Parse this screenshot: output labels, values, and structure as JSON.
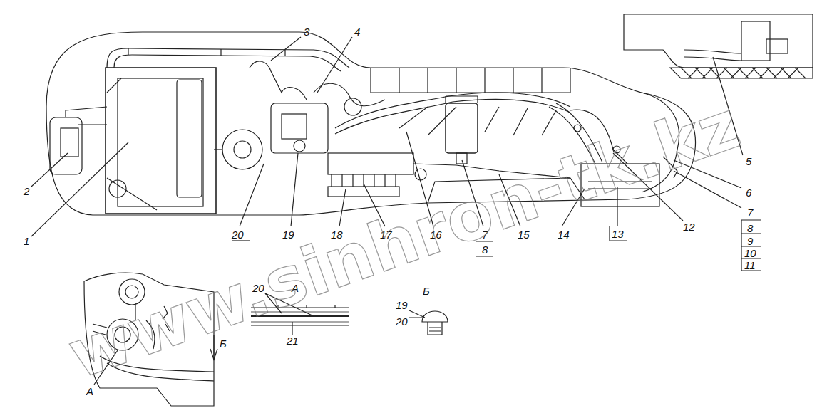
{
  "diagram": {
    "labels": [
      "3",
      "4",
      "5",
      "2",
      "6",
      "1",
      "7",
      "8",
      "9",
      "10",
      "11",
      "20",
      "19",
      "18",
      "17",
      "16",
      "7",
      "8",
      "15",
      "14",
      "13",
      "12",
      "А",
      "20",
      "21",
      "Б",
      "19",
      "20",
      "А",
      "Б",
      "www.sinhron-tk.kz"
    ]
  }
}
